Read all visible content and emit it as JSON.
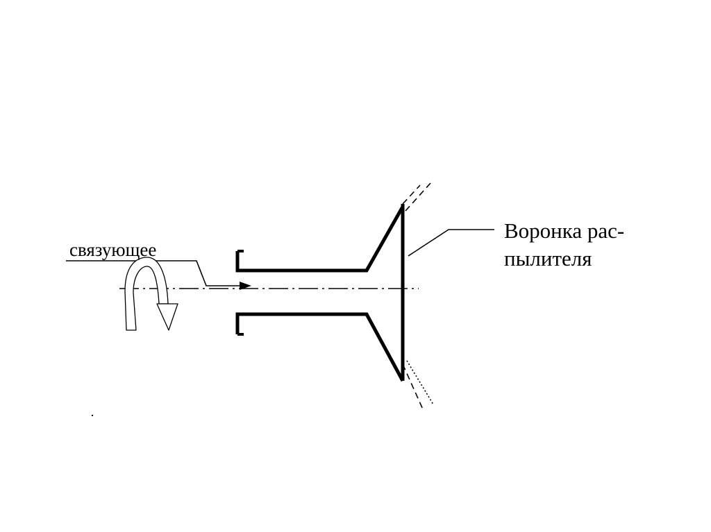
{
  "labels": {
    "binder": "связующее",
    "funnel_line1": "Воронка рас-",
    "funnel_line2": "пылителя"
  },
  "colors": {
    "ink": "#000000",
    "background": "#ffffff"
  }
}
